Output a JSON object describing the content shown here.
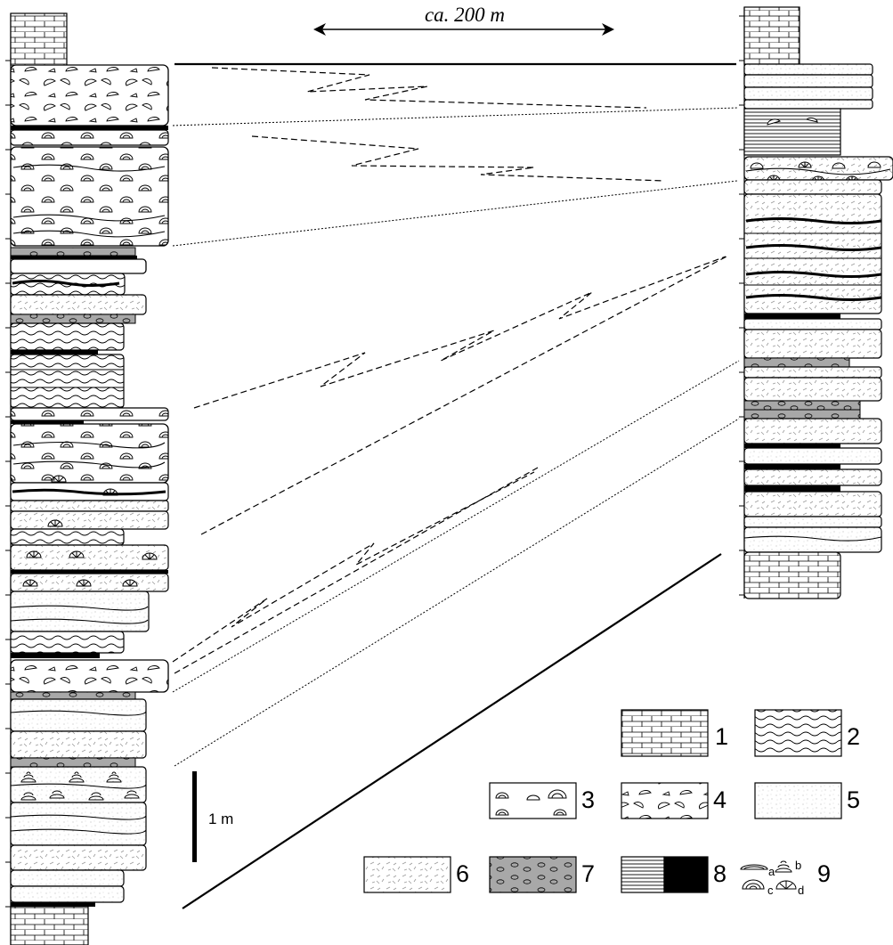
{
  "distance_label": "ca. 200 m",
  "scale_bar_label": "1 m",
  "legend": [
    {
      "number": "1"
    },
    {
      "number": "2"
    },
    {
      "number": "3"
    },
    {
      "number": "4"
    },
    {
      "number": "5"
    },
    {
      "number": "6"
    },
    {
      "number": "7"
    },
    {
      "number": "8"
    },
    {
      "number": "9"
    }
  ],
  "legend_subitems": {
    "a": "a",
    "b": "b",
    "c": "c",
    "d": "d"
  },
  "colors": {
    "ink": "#000000",
    "marl_grey": "#a8a8a8",
    "paper": "#ffffff"
  }
}
